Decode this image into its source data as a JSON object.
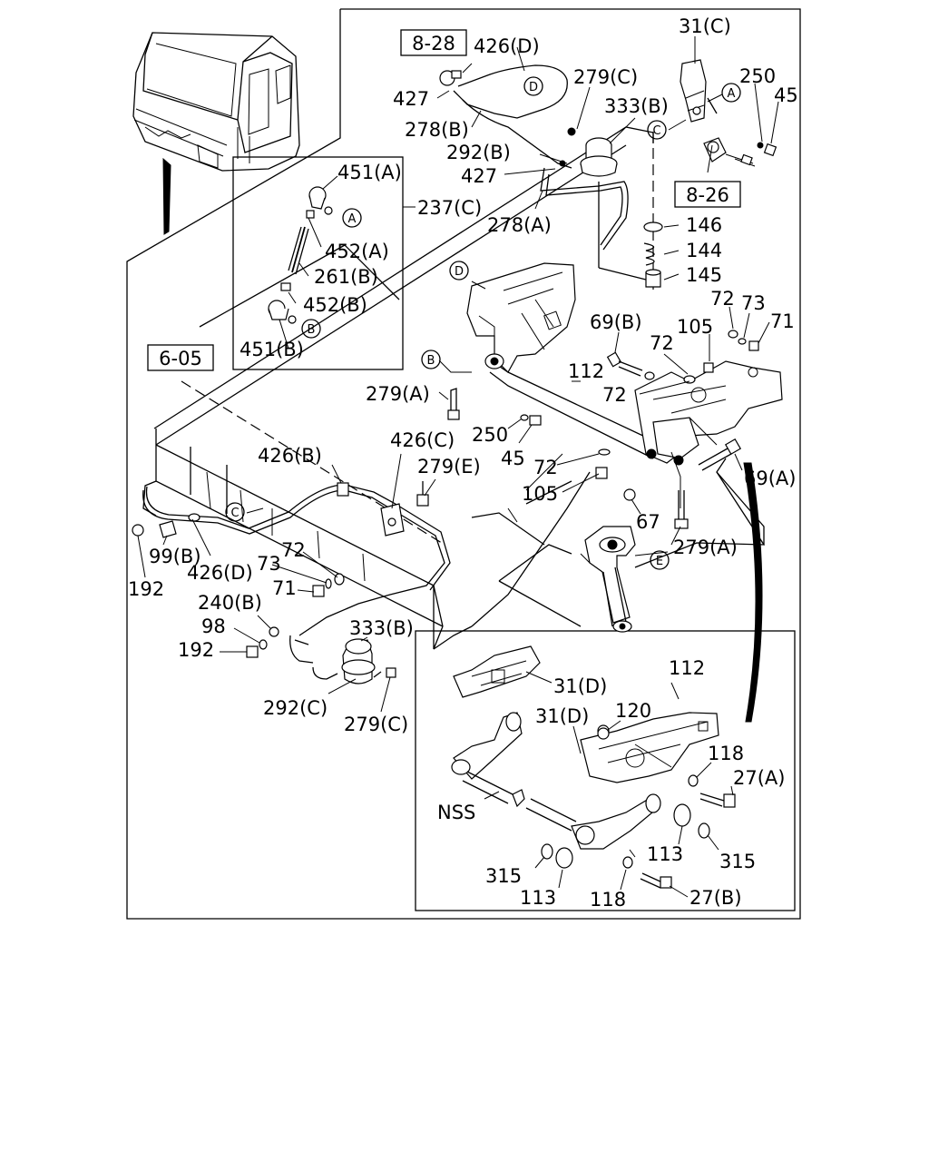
{
  "refs": {
    "r1": "8-28",
    "r2": "8-26",
    "r3": "6-05"
  },
  "circle_marks": {
    "a": "A",
    "b": "B",
    "c": "C",
    "d": "D",
    "e": "E"
  },
  "labels": {
    "l426d": "426(D)",
    "l427a": "427",
    "l278b": "278(B)",
    "l292b": "292(B)",
    "l427b": "427",
    "l278a": "278(A)",
    "l279c_top": "279(C)",
    "l333b_top": "333(B)",
    "l31c": "31(C)",
    "l250_top": "250",
    "l45_top": "45",
    "l146": "146",
    "l144": "144",
    "l145": "145",
    "l451a": "451(A)",
    "l237c": "237(C)",
    "l452a": "452(A)",
    "l261b": "261(B)",
    "l452b": "452(B)",
    "l451b": "451(B)",
    "l69b": "69(B)",
    "l72_a": "72",
    "l73_a": "73",
    "l71_a": "71",
    "l105_a": "105",
    "l72_b": "72",
    "l72_c": "72",
    "l112_top": "112",
    "l279a_top": "279(A)",
    "l250_mid": "250",
    "l45_mid": "45",
    "l426b": "426(B)",
    "l426c": "426(C)",
    "l279e": "279(E)",
    "l72_d": "72",
    "l105_b": "105",
    "l69a": "69(A)",
    "l67": "67",
    "l279a_low": "279(A)",
    "l99b": "99(B)",
    "l426d_low": "426(D)",
    "l192_a": "192",
    "l72_e": "72",
    "l73_b": "73",
    "l71_b": "71",
    "l240b": "240(B)",
    "l98": "98",
    "l192_b": "192",
    "l333b_low": "333(B)",
    "l292c": "292(C)",
    "l279c_low": "279(C)",
    "l31d_a": "31(D)",
    "l112_low": "112",
    "l31d_b": "31(D)",
    "l120": "120",
    "l118_a": "118",
    "l27a": "27(A)",
    "lnss": "NSS",
    "l113_a": "113",
    "l315_a": "315",
    "l315_b": "315",
    "l113_b": "113",
    "l118_b": "118",
    "l27b": "27(B)"
  }
}
